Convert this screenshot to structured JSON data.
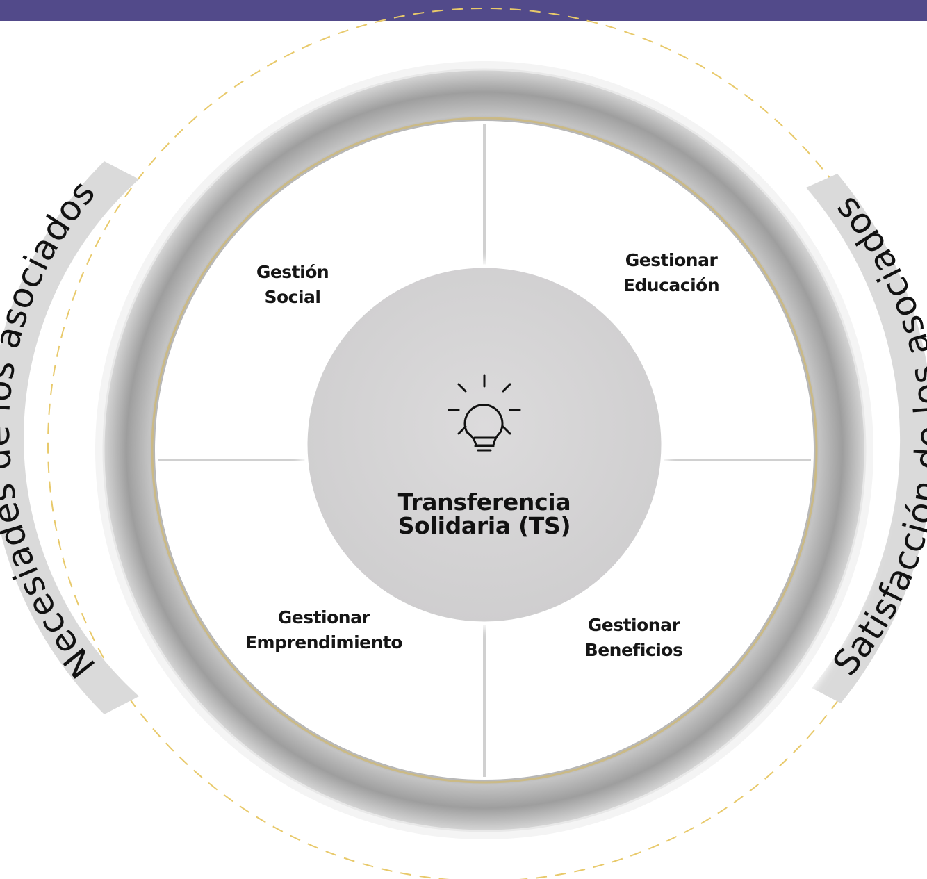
{
  "header": {
    "bar_color": "#524a8a"
  },
  "center": {
    "icon": "lightbulb-icon",
    "title_line1": "Transferencia",
    "title_line2": "Solidaria (TS)"
  },
  "quadrants": {
    "top_left": {
      "line1": "Gestión",
      "line2": "Social"
    },
    "top_right": {
      "line1": "Gestionar",
      "line2": "Educación"
    },
    "bottom_left": {
      "line1": "Gestionar",
      "line2": "Emprendimiento"
    },
    "bottom_right": {
      "line1": "Gestionar",
      "line2": "Beneficios"
    }
  },
  "side_labels": {
    "left": "Necesiades de los asociados",
    "right": "Satisfacción de los asociados"
  },
  "colors": {
    "accent_dashed": "#e8c96a",
    "ring_gray": "#a9a9a9",
    "center_fill": "#d8d7d8",
    "side_band": "#dadada"
  }
}
